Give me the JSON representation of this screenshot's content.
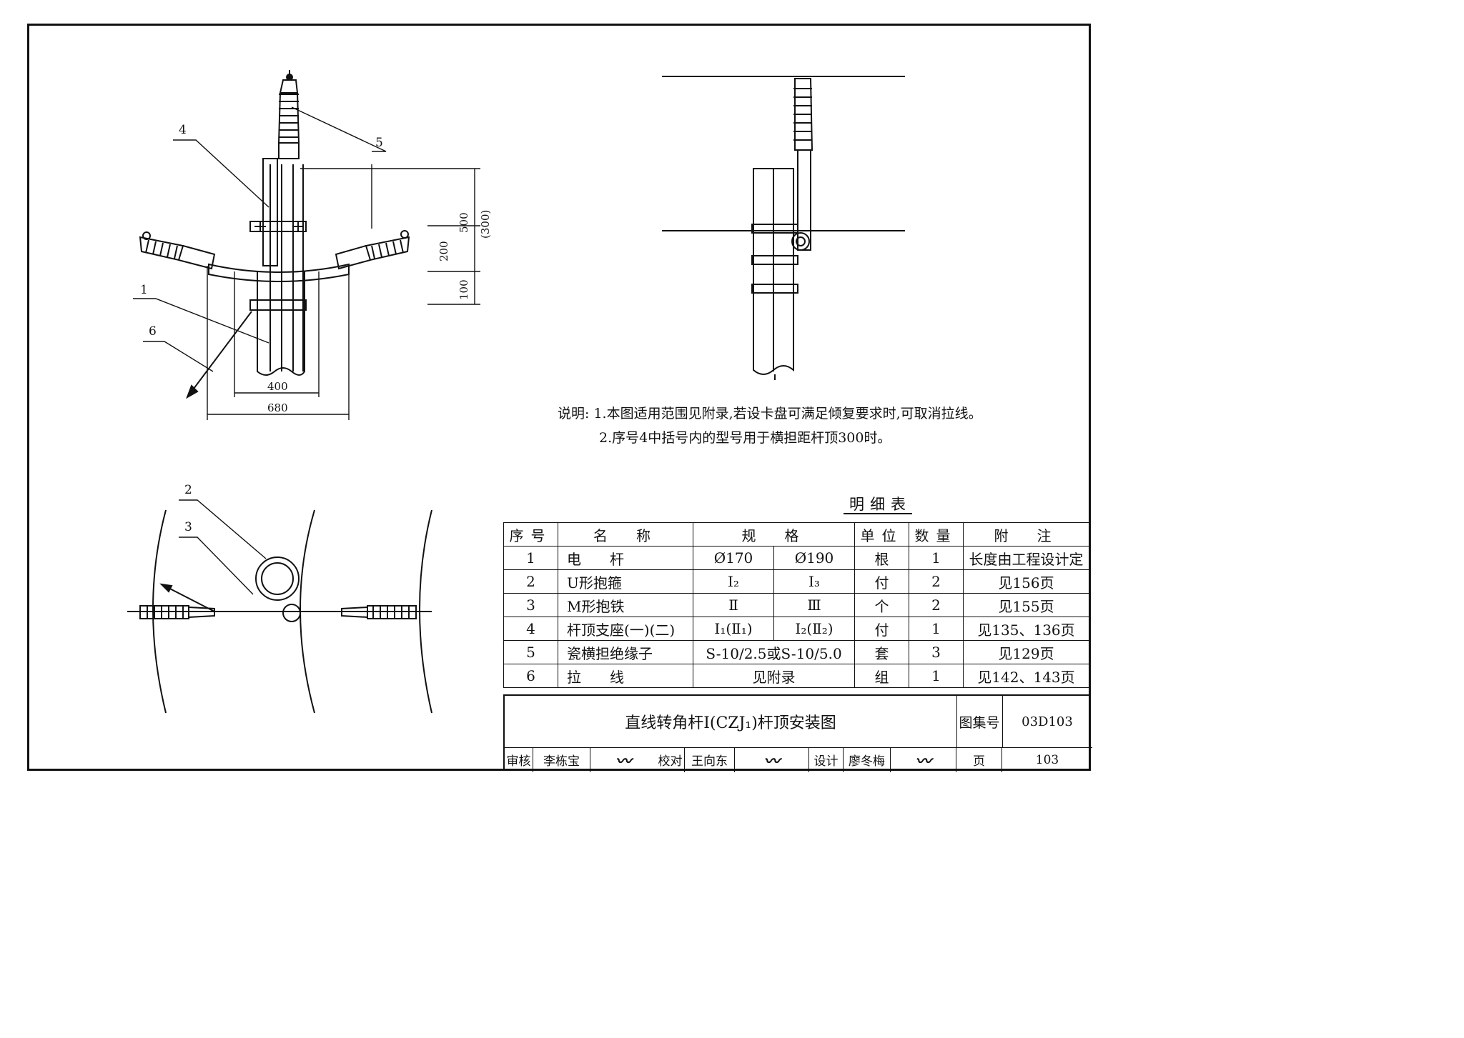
{
  "drawing": {
    "callouts": {
      "c1": "1",
      "c2": "2",
      "c3": "3",
      "c4": "4",
      "c5": "5",
      "c6": "6"
    },
    "dimensions": {
      "d400": "400",
      "d680": "680",
      "d200": "200",
      "d100": "100",
      "d500": "500",
      "d300": "(300)"
    }
  },
  "notes": {
    "line1": "说明: 1.本图适用范围见附录,若设卡盘可满足倾复要求时,可取消拉线。",
    "line2": "2.序号4中括号内的型号用于横担距杆顶300时。"
  },
  "table": {
    "title": "明细表",
    "headers": {
      "no": "序号",
      "name": "名　称",
      "spec": "规　格",
      "unit": "单位",
      "qty": "数量",
      "remark": "附　注"
    },
    "rows": [
      {
        "no": "1",
        "name": "电　　杆",
        "spec1": "Ø170",
        "spec2": "Ø190",
        "unit": "根",
        "qty": "1",
        "remark": "长度由工程设计定"
      },
      {
        "no": "2",
        "name": "U形抱箍",
        "spec1": "I₂",
        "spec2": "I₃",
        "unit": "付",
        "qty": "2",
        "remark": "见156页"
      },
      {
        "no": "3",
        "name": "M形抱铁",
        "spec1": "Ⅱ",
        "spec2": "Ⅲ",
        "unit": "个",
        "qty": "2",
        "remark": "见155页"
      },
      {
        "no": "4",
        "name": "杆顶支座(一)(二)",
        "spec1": "I₁(Ⅱ₁)",
        "spec2": "I₂(Ⅱ₂)",
        "unit": "付",
        "qty": "1",
        "remark": "见135、136页"
      },
      {
        "no": "5",
        "name": "瓷横担绝缘子",
        "spec": "S-10/2.5或S-10/5.0",
        "unit": "套",
        "qty": "3",
        "remark": "见129页"
      },
      {
        "no": "6",
        "name": "拉　　线",
        "spec": "见附录",
        "unit": "组",
        "qty": "1",
        "remark": "见142、143页"
      }
    ]
  },
  "title_block": {
    "title": "直线转角杆I(CZJ₁)杆顶安装图",
    "set_label": "图集号",
    "set_no": "03D103",
    "review_label": "审核",
    "reviewer": "李栋宝",
    "check_label": "校对",
    "checker": "王向东",
    "design_label": "设计",
    "designer": "廖冬梅",
    "page_label": "页",
    "page_no": "103"
  }
}
